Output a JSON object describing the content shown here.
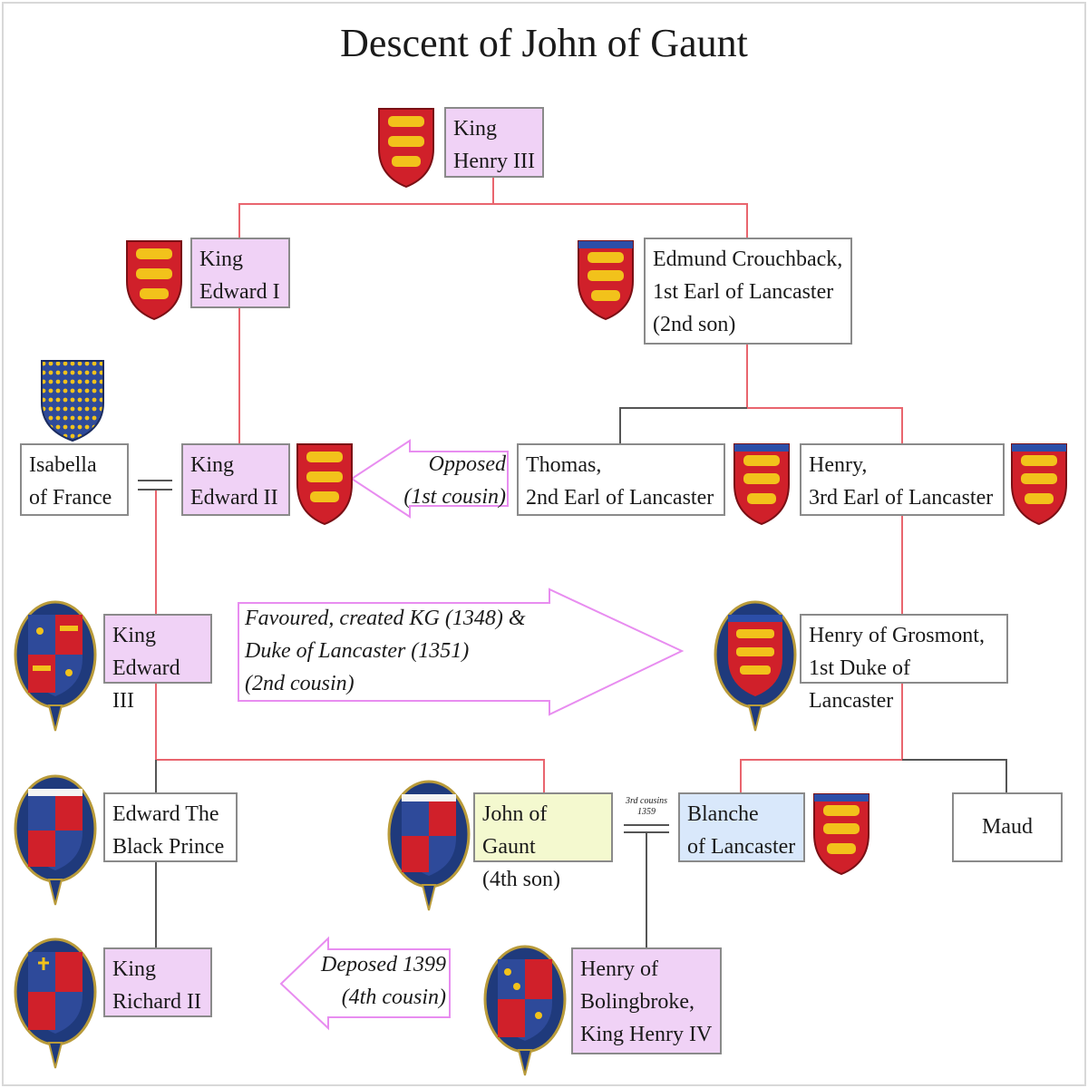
{
  "title": "Descent of John of Gaunt",
  "colors": {
    "royal": "#f0d2f6",
    "line_royal": "#e9656e",
    "line_plain": "#555555",
    "arrow": "#e88df0",
    "shield_red": "#d0202a",
    "gold": "#f2c21b"
  },
  "people": {
    "henry3": "King\nHenry III",
    "edward1": "King\nEdward I",
    "edmund": "Edmund Crouchback,\n1st Earl of Lancaster\n(2nd son)",
    "isabella": "Isabella\nof France",
    "edward2": "King\nEdward II",
    "thomas": "Thomas,\n2nd Earl of Lancaster",
    "henry3rd": "Henry,\n3rd Earl of Lancaster",
    "edward3": "King\nEdward III",
    "grosmont": "Henry of Grosmont,\n1st Duke of Lancaster",
    "blackprince": "Edward The\nBlack Prince",
    "gaunt": "John of Gaunt\n(4th son)",
    "blanche": "Blanche\nof Lancaster",
    "maud": "Maud",
    "richard2": "King\nRichard II",
    "bolingbroke": "Henry of\nBolingbroke,\nKing Henry IV"
  },
  "annotations": {
    "opposed": "Opposed\n(1st cousin)",
    "favoured": "Favoured, created KG (1348) &\nDuke of Lancaster (1351)\n(2nd cousin)",
    "deposed": "Deposed 1399\n(4th cousin)",
    "marriage_note": "3rd cousins\n1359"
  },
  "icons": [
    "arms-england-icon",
    "arms-france-ancient-icon",
    "garter-arms-icon",
    "lancaster-arms-icon"
  ]
}
